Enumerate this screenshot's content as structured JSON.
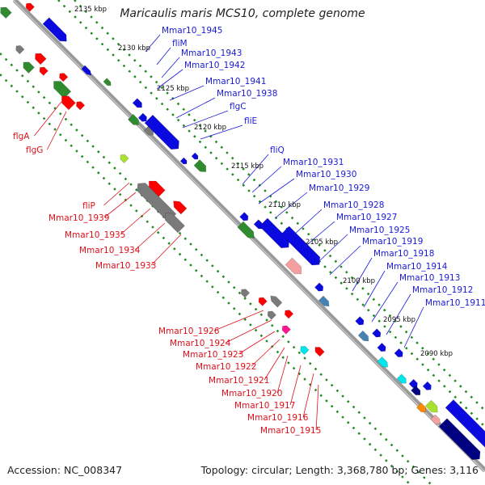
{
  "title": "Maricaulis maris MCS10, complete genome",
  "footer": {
    "accession": "Accession: NC_008347",
    "stats": "Topology: circular; Length: 3,368,780 bp; Genes: 3,116"
  },
  "colors": {
    "backbone": "#9a9a9a",
    "track_dots": "#1e8a1e",
    "forward_label": "#1a1ad8",
    "reverse_label": "#e0101a",
    "blue_gene": "#0a0ae0",
    "red_gene": "#ff0000",
    "green_gene": "#2e8b2e",
    "gray_gene": "#7a7a7a",
    "pink_gene": "#f4a0a0",
    "steel_gene": "#4682b4",
    "cyan_gene": "#00e5ee",
    "navy_gene": "#000080"
  },
  "ticks": [
    "2135 kbp",
    "2130 kbp",
    "2125 kbp",
    "2120 kbp",
    "2115 kbp",
    "2110 kbp",
    "2105 kbp",
    "2100 kbp",
    "2095 kbp",
    "2090 kbp"
  ],
  "forward_labels": [
    "Mmar10_1945",
    "fliM",
    "Mmar10_1943",
    "Mmar10_1942",
    "Mmar10_1941",
    "Mmar10_1938",
    "flgC",
    "fliE",
    "fliQ",
    "Mmar10_1931",
    "Mmar10_1930",
    "Mmar10_1929",
    "Mmar10_1928",
    "Mmar10_1927",
    "Mmar10_1925",
    "Mmar10_1919",
    "Mmar10_1918",
    "Mmar10_1914",
    "Mmar10_1913",
    "Mmar10_1912",
    "Mmar10_1911"
  ],
  "reverse_labels_upper": [
    "flgA",
    "flgG",
    "fliP",
    "Mmar10_1939",
    "Mmar10_1935",
    "Mmar10_1934",
    "Mmar10_1933"
  ],
  "reverse_labels_lower": [
    "Mmar10_1926",
    "Mmar10_1924",
    "Mmar10_1923",
    "Mmar10_1922",
    "Mmar10_1921",
    "Mmar10_1920",
    "Mmar10_1917",
    "Mmar10_1916",
    "Mmar10_1915"
  ]
}
